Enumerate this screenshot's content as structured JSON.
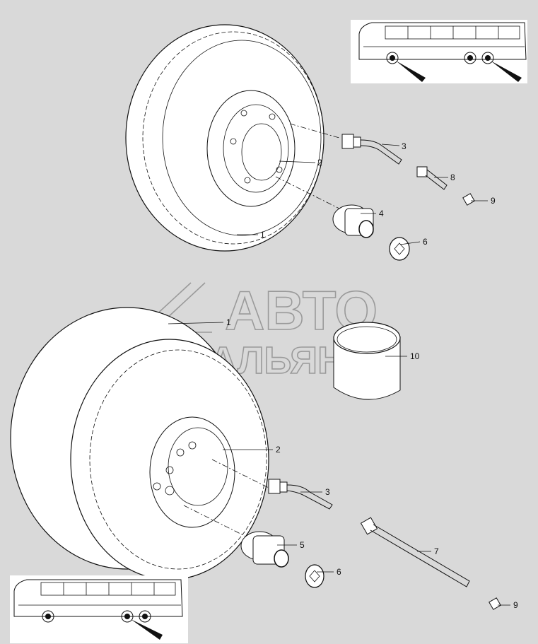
{
  "watermark": {
    "line1": "АВТО",
    "line2": "АЛЬЯНС"
  },
  "colors": {
    "background": "#d9d9d9",
    "ink": "#111111",
    "watermark": "#9a9a9a"
  },
  "callouts": {
    "top_wheel": "1",
    "top_rim": "2",
    "top_valve": "3",
    "top_nut": "4",
    "top_cap": "6",
    "top_extension": "8",
    "top_valve_cap": "9",
    "bottom_wheel": "1",
    "bottom_rim": "2",
    "bottom_valve": "3",
    "bottom_nut": "5",
    "bottom_cap": "6",
    "bottom_extension": "7",
    "bottom_valve_cap": "9",
    "tube": "10"
  }
}
